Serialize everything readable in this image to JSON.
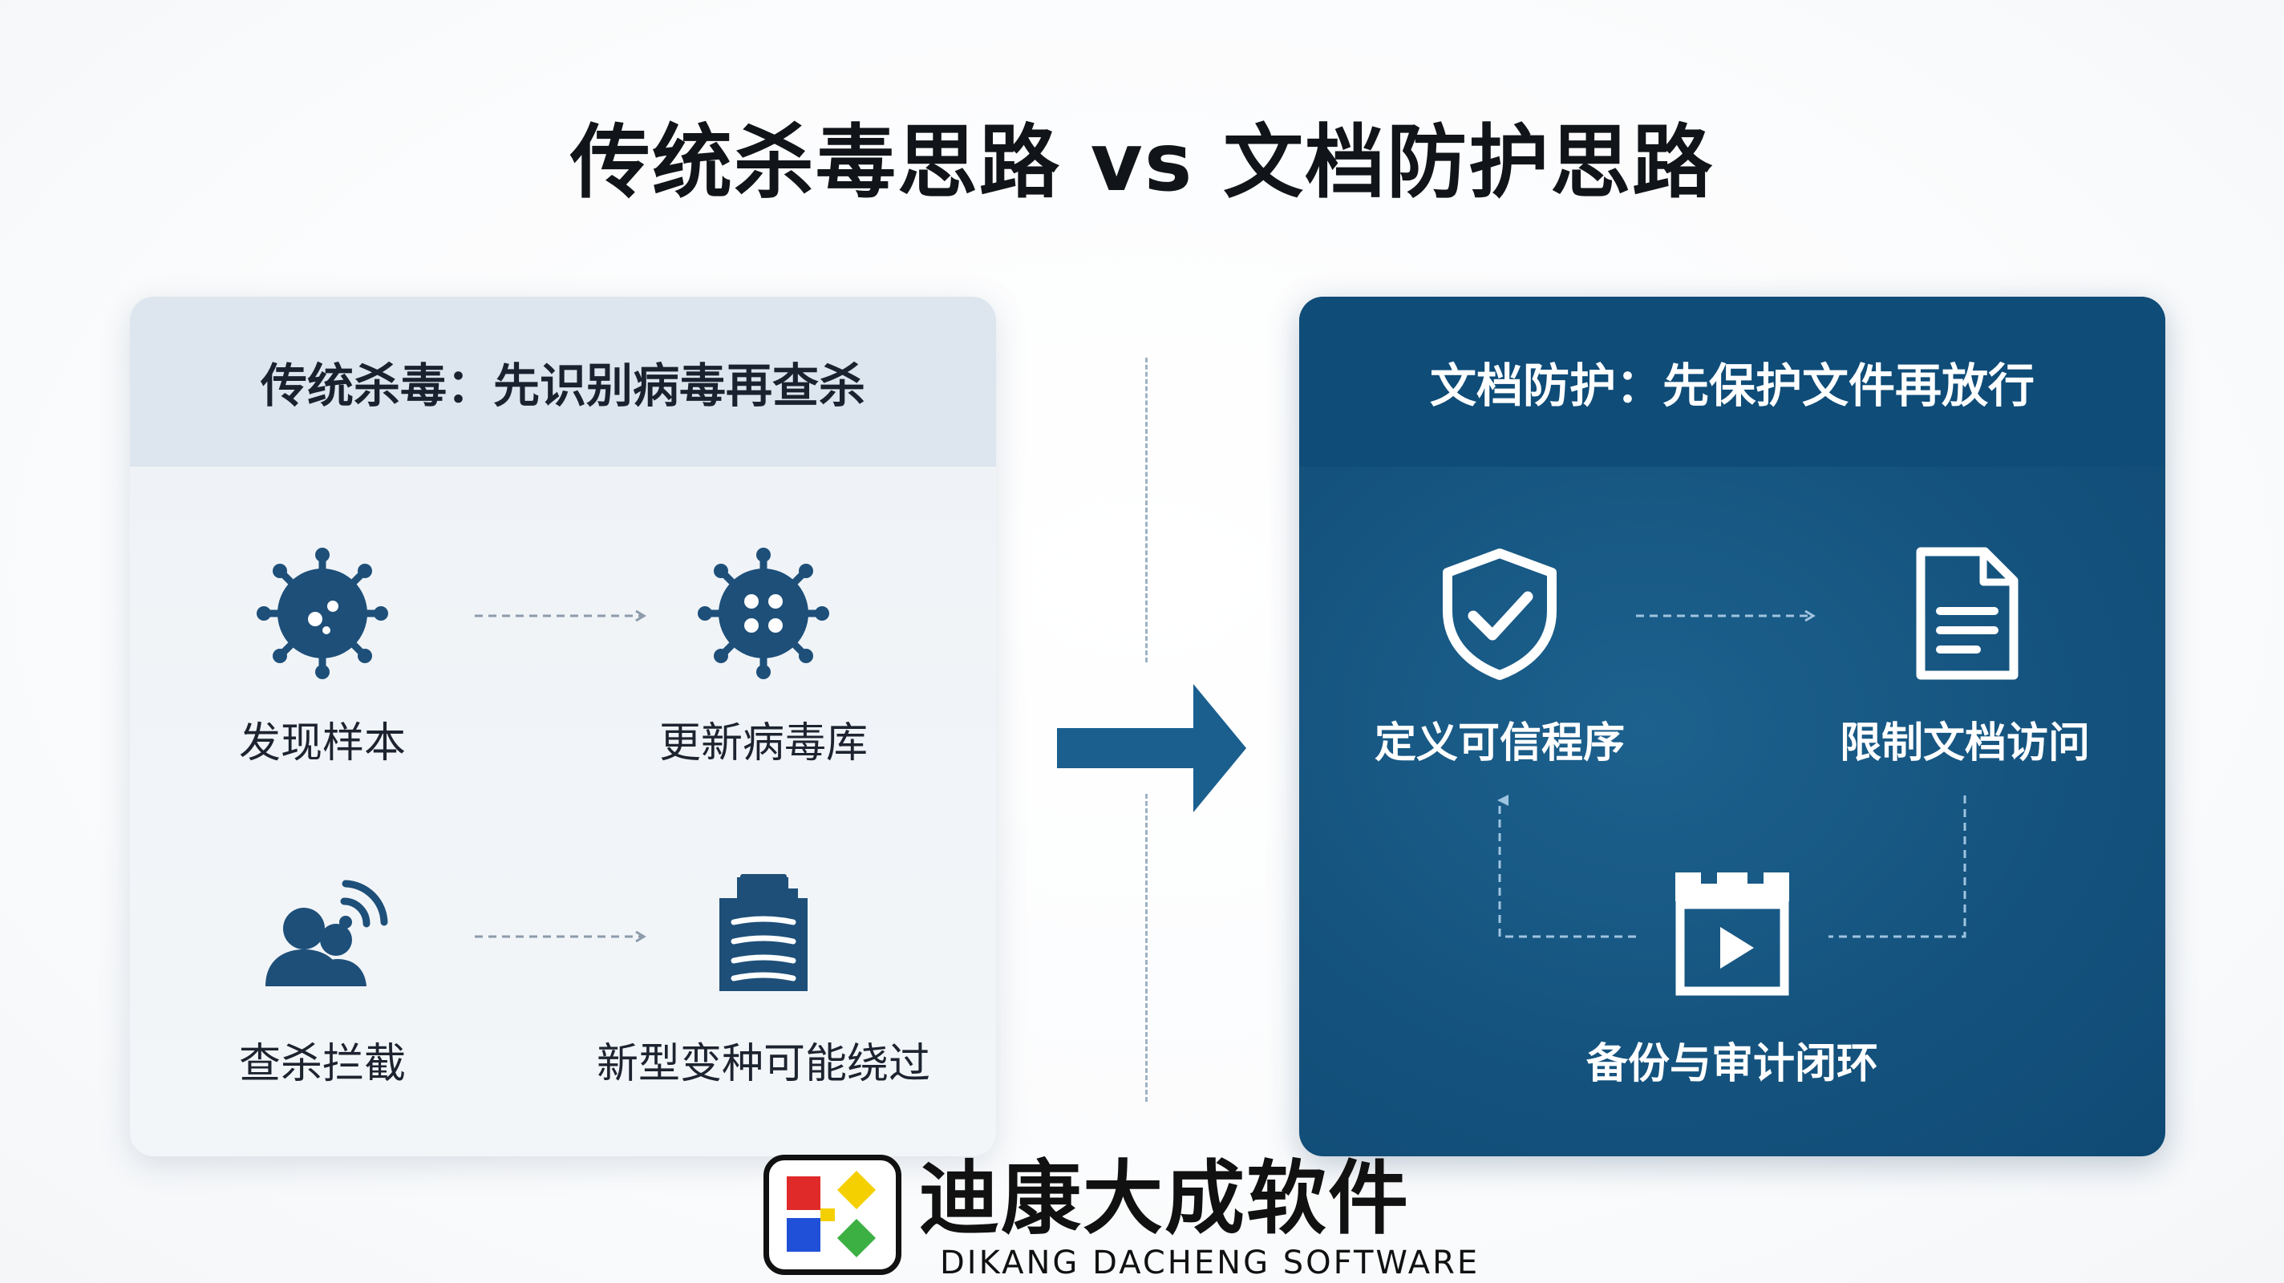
{
  "title": "传统杀毒思路 vs 文档防护思路",
  "left_panel": {
    "header": "传统杀毒：先识别病毒再查杀",
    "nodes": [
      {
        "label": "发现样本",
        "icon": "virus-icon"
      },
      {
        "label": "更新病毒库",
        "icon": "virus-icon"
      },
      {
        "label": "查杀拦截",
        "icon": "user-signal-icon"
      },
      {
        "label": "新型变种可能绕过",
        "icon": "document-stack-icon"
      }
    ]
  },
  "right_panel": {
    "header": "文档防护：先保护文件再放行",
    "nodes": [
      {
        "label": "定义可信程序",
        "icon": "shield-check-icon"
      },
      {
        "label": "限制文档访问",
        "icon": "document-icon"
      },
      {
        "label": "备份与审计闭环",
        "icon": "castle-play-icon"
      }
    ]
  },
  "logo": {
    "name_cn": "迪康大成软件",
    "name_en": "DIKANG DACHENG SOFTWARE"
  },
  "colors": {
    "left_icon": "#1d4f79",
    "right_panel": "#14527d",
    "right_header": "#0f4c78",
    "arrow": "#1a5f8e",
    "logo_red": "#e02a2a",
    "logo_yellow": "#f5d000",
    "logo_blue": "#2050d8",
    "logo_green": "#3cb043"
  }
}
